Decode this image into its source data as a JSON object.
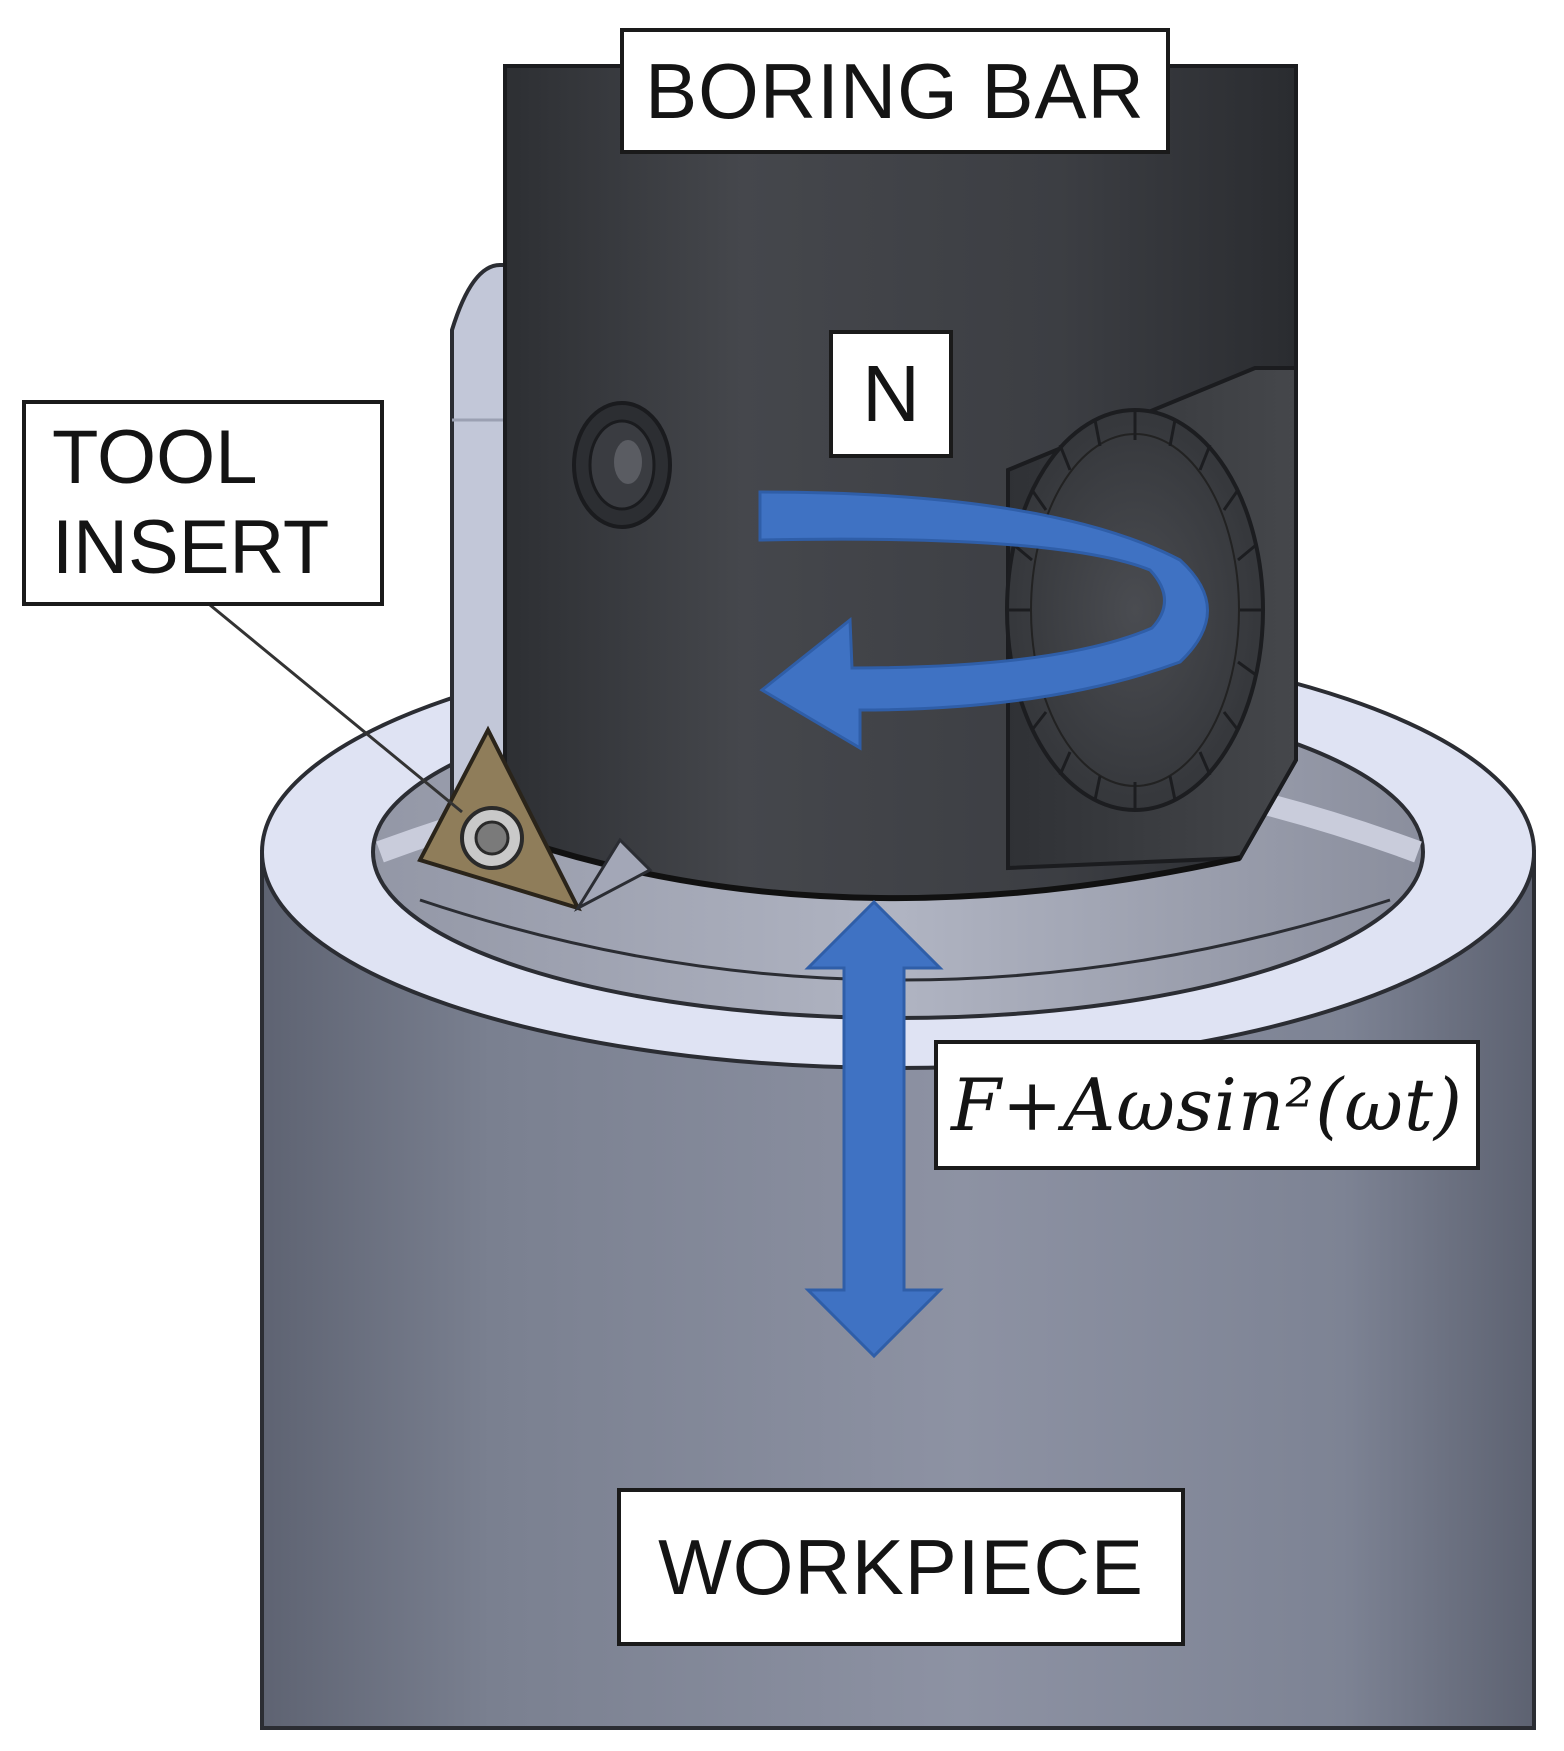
{
  "labels": {
    "boring_bar": "BORING BAR",
    "rotation_speed": "N",
    "tool_insert": "TOOL\nINSERT",
    "force_expression": "F+Aωsin²(ωt)",
    "workpiece": "WORKPIECE"
  },
  "colors": {
    "arrow_blue": "#3f72c3",
    "boring_bar_dark": "#3b3d41",
    "workpiece_gray": "#7b8192",
    "workpiece_top_face": "#dfe3f3",
    "insert_bronze": "#8f7d5a"
  }
}
